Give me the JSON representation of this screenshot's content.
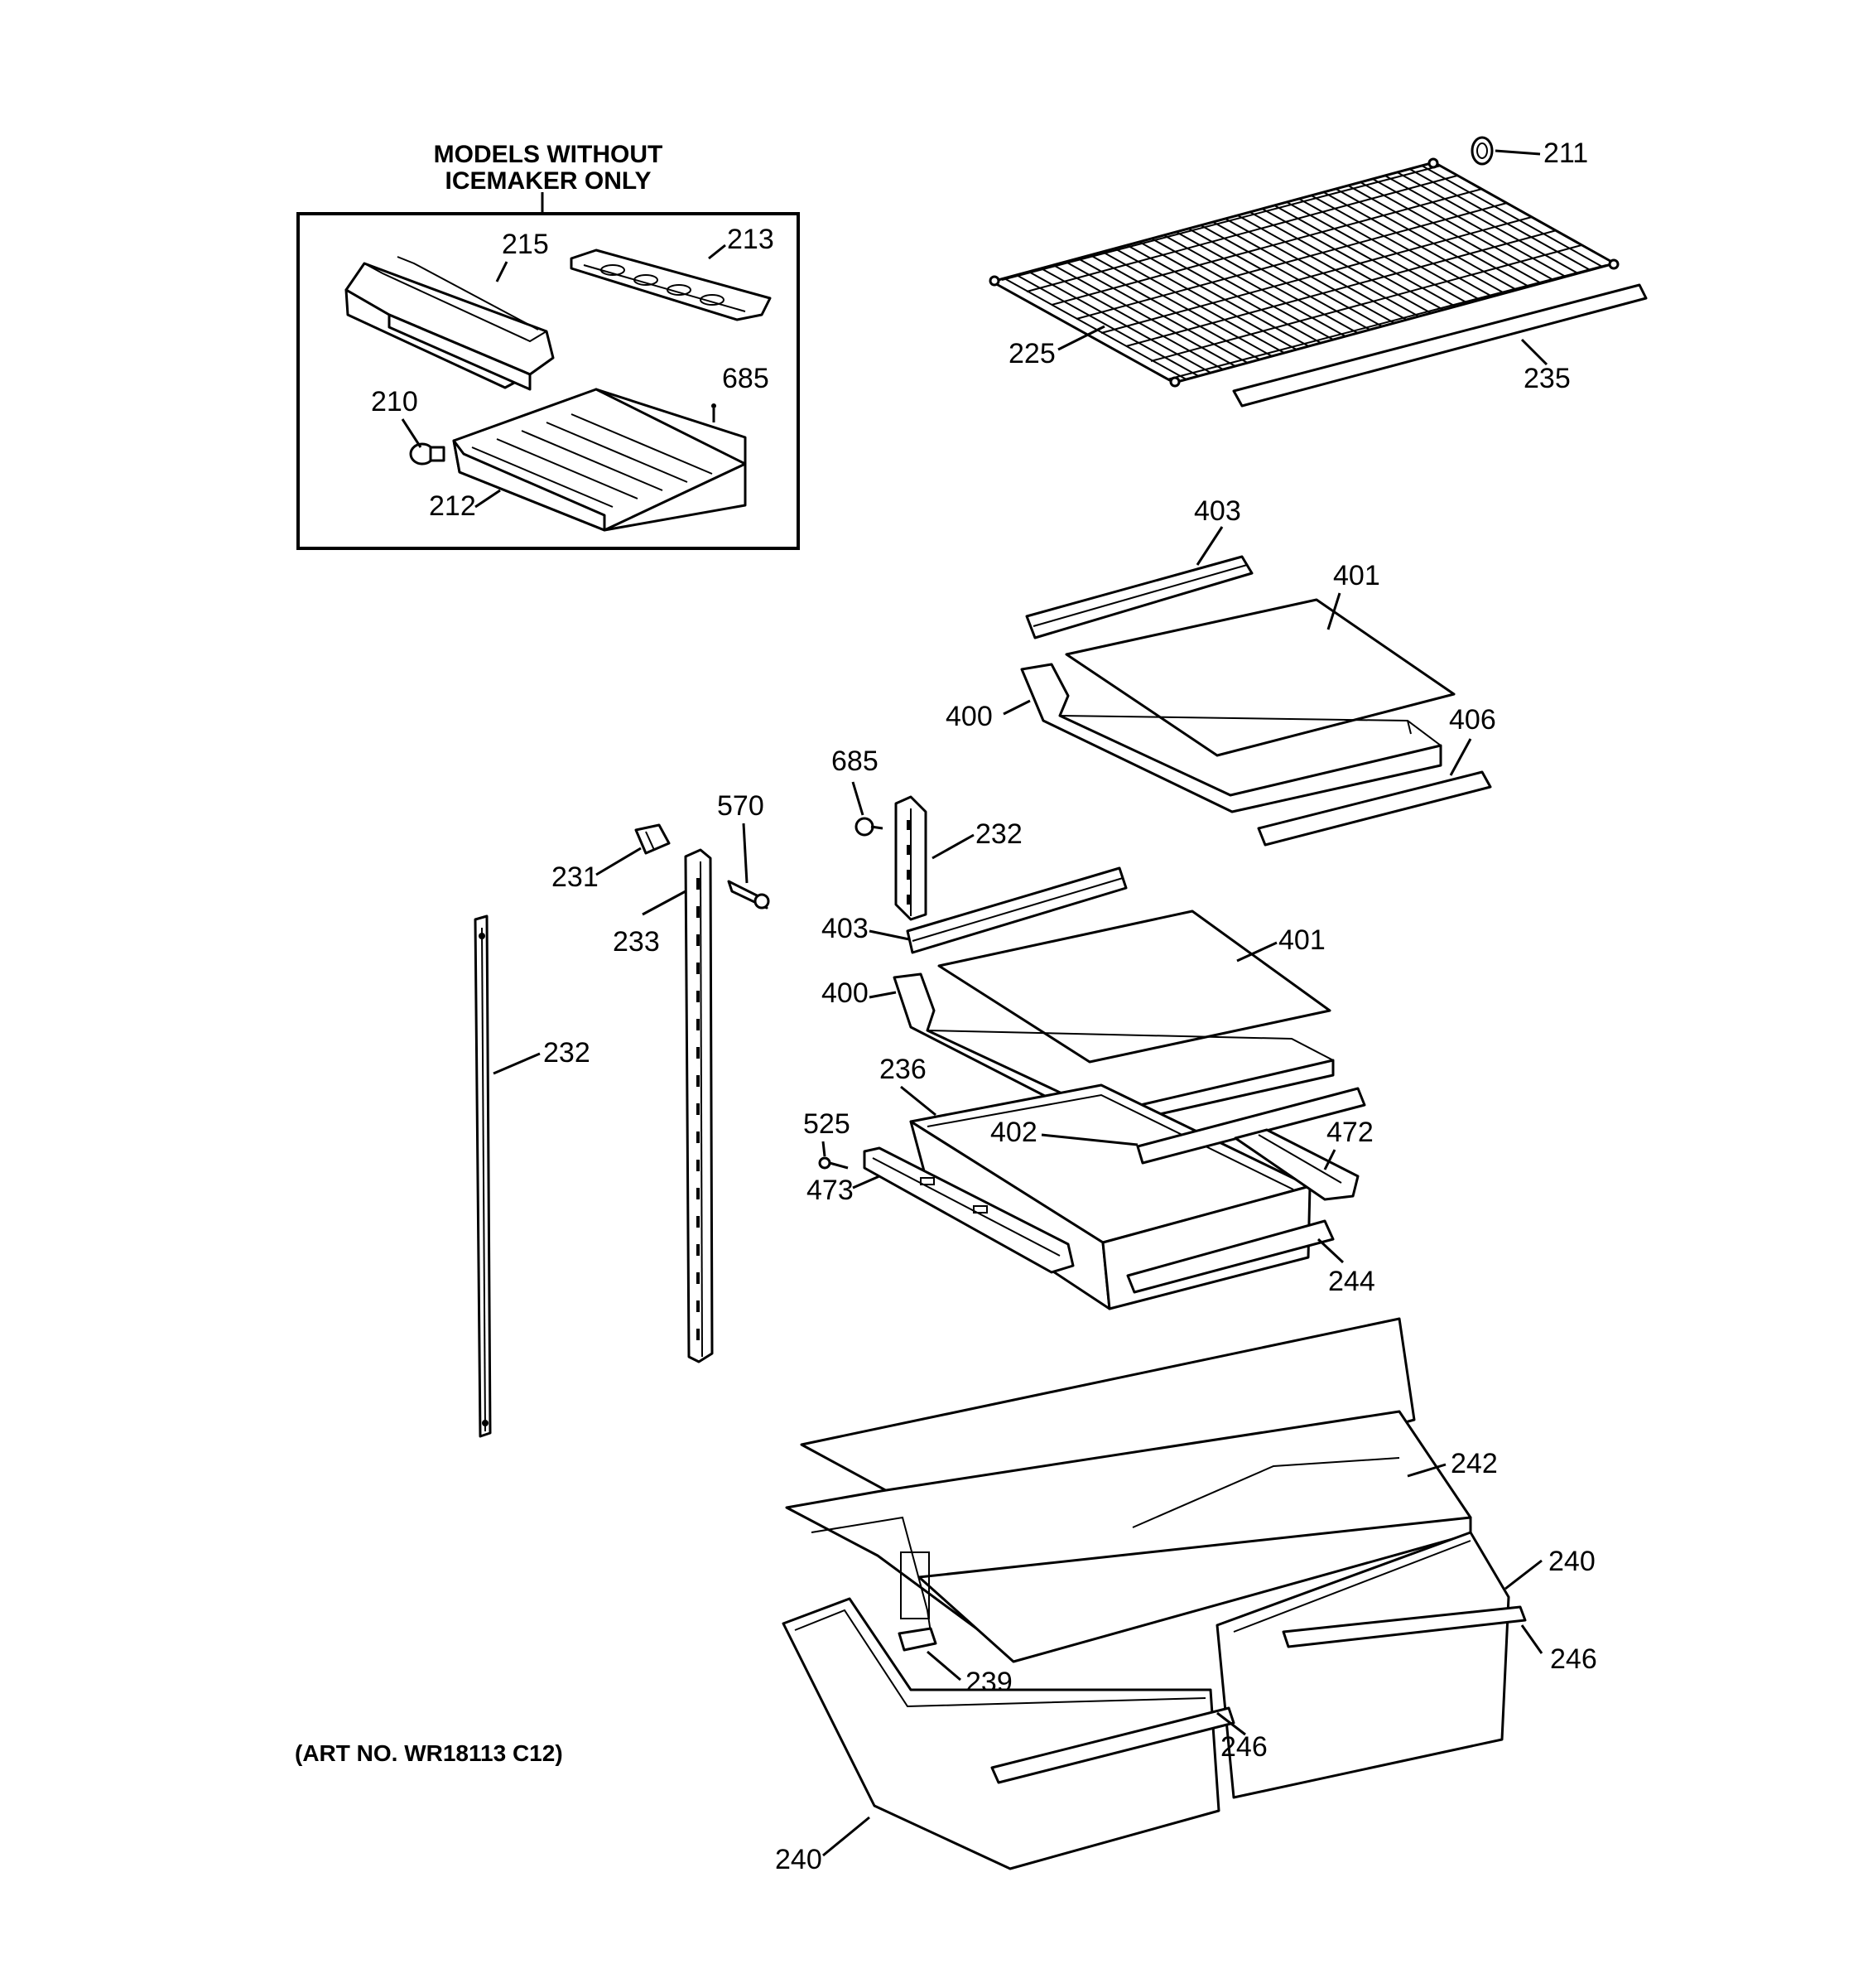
{
  "inset": {
    "title_line1": "MODELS WITHOUT",
    "title_line2": "ICEMAKER ONLY"
  },
  "art_number": "(ART NO. WR18113 C12)",
  "labels": {
    "p211": "211",
    "p215": "215",
    "p213": "213",
    "p685a": "685",
    "p210": "210",
    "p212": "212",
    "p225": "225",
    "p235": "235",
    "p403a": "403",
    "p401a": "401",
    "p400a": "400",
    "p406": "406",
    "p685b": "685",
    "p570": "570",
    "p232a": "232",
    "p231": "231",
    "p233": "233",
    "p403b": "403",
    "p401b": "401",
    "p400b": "400",
    "p232b": "232",
    "p236": "236",
    "p525": "525",
    "p402": "402",
    "p472": "472",
    "p473": "473",
    "p244": "244",
    "p242": "242",
    "p240a": "240",
    "p246a": "246",
    "p239": "239",
    "p246b": "246",
    "p240b": "240"
  }
}
